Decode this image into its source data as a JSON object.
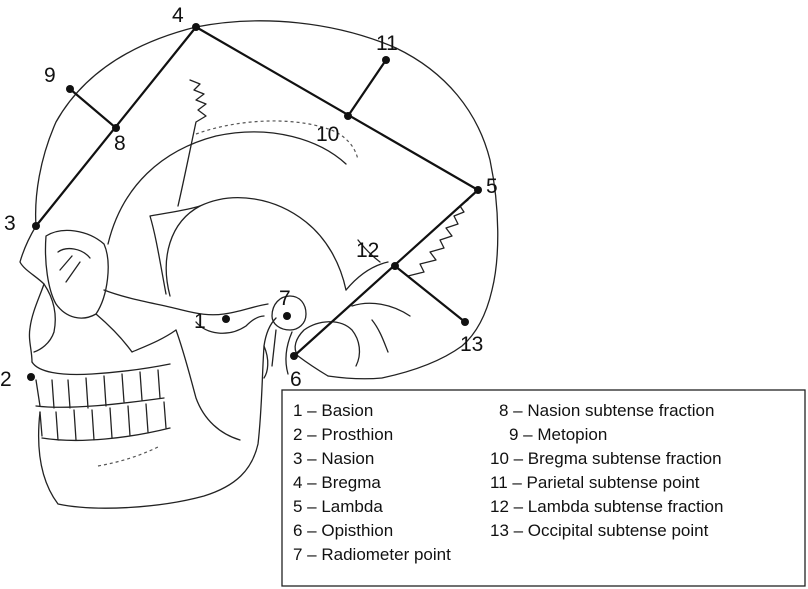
{
  "landmarks": [
    {
      "id": "1",
      "name": "Basion"
    },
    {
      "id": "2",
      "name": "Prosthion"
    },
    {
      "id": "3",
      "name": "Nasion"
    },
    {
      "id": "4",
      "name": "Bregma"
    },
    {
      "id": "5",
      "name": "Lambda"
    },
    {
      "id": "6",
      "name": "Opisthion"
    },
    {
      "id": "7",
      "name": "Radiometer point"
    },
    {
      "id": "8",
      "name": "Nasion subtense fraction"
    },
    {
      "id": "9",
      "name": "Metopion"
    },
    {
      "id": "10",
      "name": "Bregma subtense fraction"
    },
    {
      "id": "11",
      "name": "Parietal subtense point"
    },
    {
      "id": "12",
      "name": "Lambda subtense fraction"
    },
    {
      "id": "13",
      "name": "Occipital subtense point"
    }
  ],
  "legend": {
    "col1": [
      "1 – Basion",
      "2 – Prosthion",
      "3 – Nasion",
      "4 – Bregma",
      "5 – Lambda",
      "6 – Opisthion",
      "7 – Radiometer point"
    ],
    "col2": [
      "8 – Nasion subtense fraction",
      "9 – Metopion",
      "10 – Bregma subtense fraction",
      "11 – Parietal subtense point",
      "12 – Lambda subtense fraction",
      "13 – Occipital subtense point"
    ]
  }
}
